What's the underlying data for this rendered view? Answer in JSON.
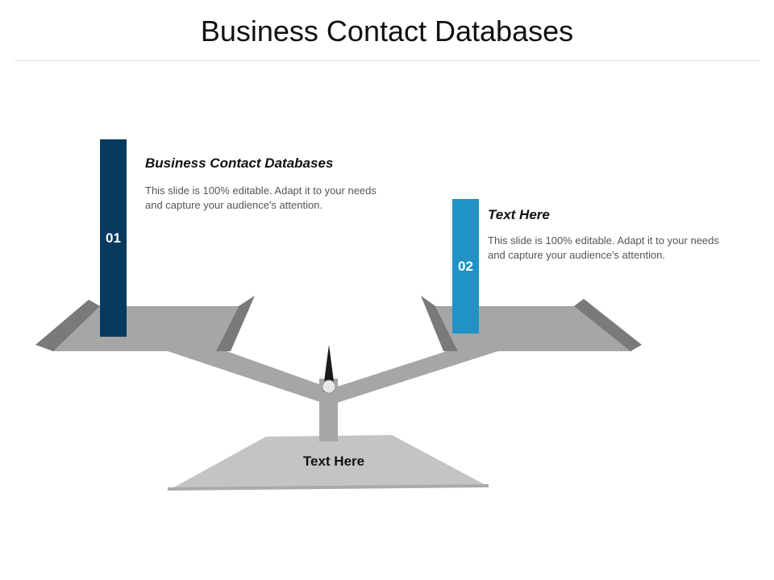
{
  "title": "Business Contact Databases",
  "colors": {
    "pillar_left": "#063a5e",
    "pillar_right": "#2092c4",
    "scale_gray": "#a6a6a6",
    "scale_dark_gray": "#7a7a7a",
    "base_gray": "#c4c4c4",
    "pointer": "#1a1a1a"
  },
  "items": [
    {
      "number": "01",
      "heading": "Business Contact Databases",
      "body": "This slide is 100% editable. Adapt it to your needs and capture your audience's attention."
    },
    {
      "number": "02",
      "heading": "Text Here",
      "body": "This slide is 100% editable. Adapt it to your needs and capture your audience's attention."
    }
  ],
  "base": {
    "label": "Text Here"
  }
}
